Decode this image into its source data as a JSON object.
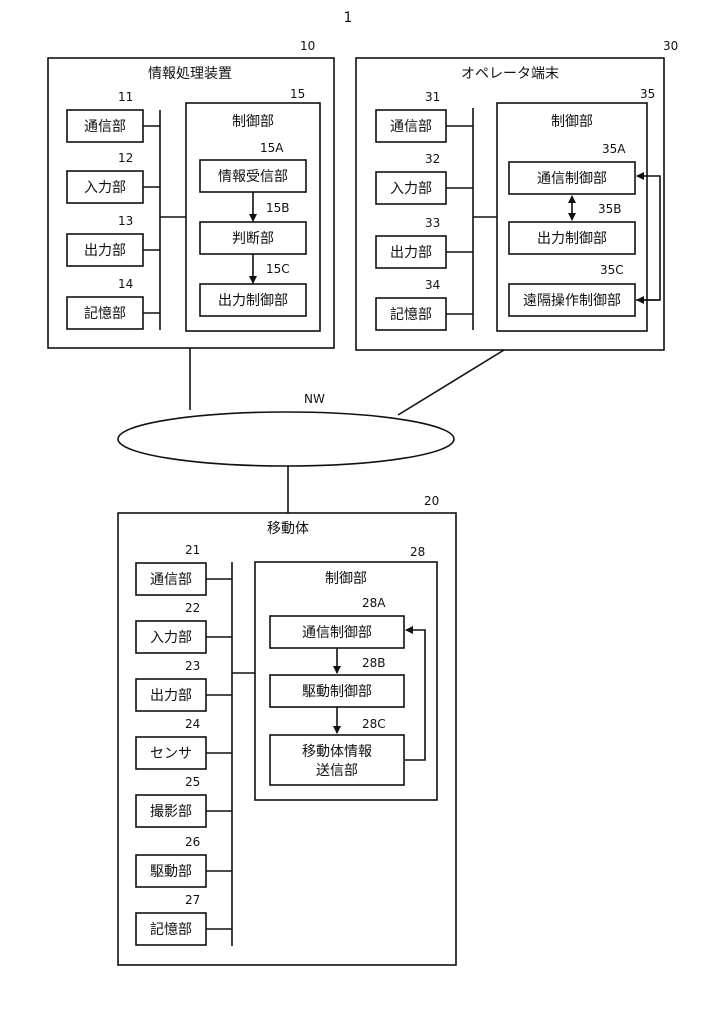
{
  "figure": {
    "number": "1"
  },
  "network": {
    "label": "NW"
  },
  "info_device": {
    "title": "情報処理装置",
    "ref": "10",
    "units": [
      {
        "label": "通信部",
        "ref": "11"
      },
      {
        "label": "入力部",
        "ref": "12"
      },
      {
        "label": "出力部",
        "ref": "13"
      },
      {
        "label": "記憶部",
        "ref": "14"
      }
    ],
    "control": {
      "title": "制御部",
      "ref": "15",
      "subs": [
        {
          "label": "情報受信部",
          "ref": "15A"
        },
        {
          "label": "判断部",
          "ref": "15B"
        },
        {
          "label": "出力制御部",
          "ref": "15C"
        }
      ]
    }
  },
  "operator_terminal": {
    "title": "オペレータ端末",
    "ref": "30",
    "units": [
      {
        "label": "通信部",
        "ref": "31"
      },
      {
        "label": "入力部",
        "ref": "32"
      },
      {
        "label": "出力部",
        "ref": "33"
      },
      {
        "label": "記憶部",
        "ref": "34"
      }
    ],
    "control": {
      "title": "制御部",
      "ref": "35",
      "subs": [
        {
          "label": "通信制御部",
          "ref": "35A"
        },
        {
          "label": "出力制御部",
          "ref": "35B"
        },
        {
          "label": "遠隔操作制御部",
          "ref": "35C"
        }
      ]
    }
  },
  "mobile_body": {
    "title": "移動体",
    "ref": "20",
    "units": [
      {
        "label": "通信部",
        "ref": "21"
      },
      {
        "label": "入力部",
        "ref": "22"
      },
      {
        "label": "出力部",
        "ref": "23"
      },
      {
        "label": "センサ",
        "ref": "24"
      },
      {
        "label": "撮影部",
        "ref": "25"
      },
      {
        "label": "駆動部",
        "ref": "26"
      },
      {
        "label": "記憶部",
        "ref": "27"
      }
    ],
    "control": {
      "title": "制御部",
      "ref": "28",
      "subs": [
        {
          "label": "通信制御部",
          "ref": "28A"
        },
        {
          "label": "駆動制御部",
          "ref": "28B"
        },
        {
          "label_line1": "移動体情報",
          "label_line2": "送信部",
          "ref": "28C"
        }
      ]
    }
  }
}
